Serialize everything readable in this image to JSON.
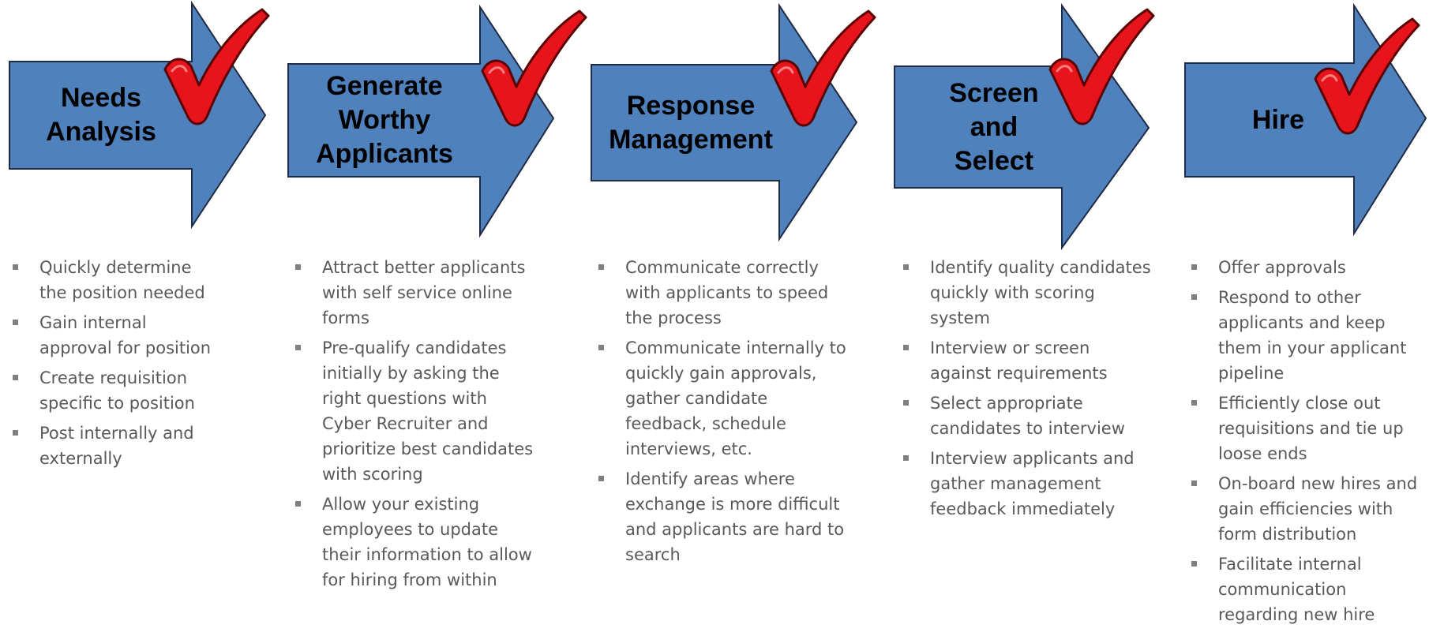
{
  "colors": {
    "arrow_fill": "#4f81bd",
    "arrow_stroke": "#1f2a44",
    "check_fill": "#e8141b",
    "check_stroke": "#5a0000",
    "bullet_text": "#595959",
    "title_text": "#000000"
  },
  "steps": [
    {
      "title_lines": [
        "Needs",
        "Analysis"
      ],
      "bullets": [
        "Quickly determine the position needed",
        "Gain internal approval for position",
        "Create requisition specific to position",
        "Post internally and externally"
      ]
    },
    {
      "title_lines": [
        "Generate",
        "Worthy",
        "Applicants"
      ],
      "bullets": [
        "Attract better applicants with self service online forms",
        "Pre-qualify candidates initially by asking the right questions with Cyber Recruiter and prioritize best candidates with scoring",
        "Allow your existing employees to update their information to allow for hiring from within"
      ]
    },
    {
      "title_lines": [
        "Response",
        "Management"
      ],
      "bullets": [
        "Communicate correctly with applicants to speed the process",
        "Communicate internally to quickly gain approvals, gather candidate feedback, schedule interviews, etc.",
        "Identify areas where exchange is more difficult and applicants are hard to search"
      ]
    },
    {
      "title_lines": [
        "Screen",
        "and",
        "Select"
      ],
      "bullets": [
        "Identify quality candidates quickly with scoring system",
        "Interview or screen against requirements",
        "Select appropriate candidates to interview",
        "Interview applicants and gather management feedback immediately"
      ]
    },
    {
      "title_lines": [
        "Hire"
      ],
      "bullets": [
        "Offer approvals",
        "Respond to other applicants and keep them in your applicant pipeline",
        "Efficiently close out requisitions and tie up loose ends",
        "On-board new hires and gain efficiencies with form distribution",
        "Facilitate internal communication regarding new hire"
      ]
    }
  ]
}
